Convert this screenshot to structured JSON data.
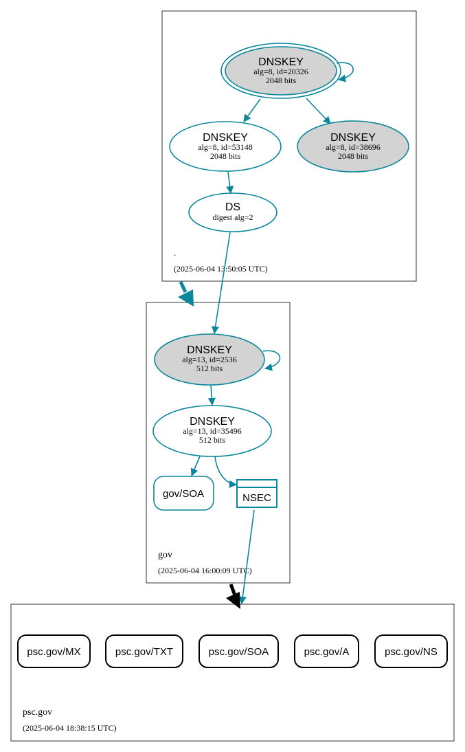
{
  "colors": {
    "edge": "#0a879a",
    "node_fill_grey": "#d3d3d3",
    "cluster_border": "#000000",
    "text": "#000000",
    "delegation_black": "#000000"
  },
  "zones": {
    "root": {
      "name": ".",
      "timestamp": "(2025-06-04 13:50:05 UTC)",
      "ksk": {
        "type": "DNSKEY",
        "detail": "alg=8, id=20326",
        "bits": "2048 bits"
      },
      "zsk1": {
        "type": "DNSKEY",
        "detail": "alg=8, id=53148",
        "bits": "2048 bits"
      },
      "zsk2": {
        "type": "DNSKEY",
        "detail": "alg=8, id=38696",
        "bits": "2048 bits"
      },
      "ds": {
        "type": "DS",
        "detail": "digest alg=2"
      }
    },
    "gov": {
      "name": "gov",
      "timestamp": "(2025-06-04 16:00:09 UTC)",
      "ksk": {
        "type": "DNSKEY",
        "detail": "alg=13, id=2536",
        "bits": "512 bits"
      },
      "zsk": {
        "type": "DNSKEY",
        "detail": "alg=13, id=35496",
        "bits": "512 bits"
      },
      "soa": "gov/SOA",
      "nsec": "NSEC"
    },
    "psc": {
      "name": "psc.gov",
      "timestamp": "(2025-06-04 18:38:15 UTC)",
      "records": [
        "psc.gov/MX",
        "psc.gov/TXT",
        "psc.gov/SOA",
        "psc.gov/A",
        "psc.gov/NS"
      ]
    }
  }
}
